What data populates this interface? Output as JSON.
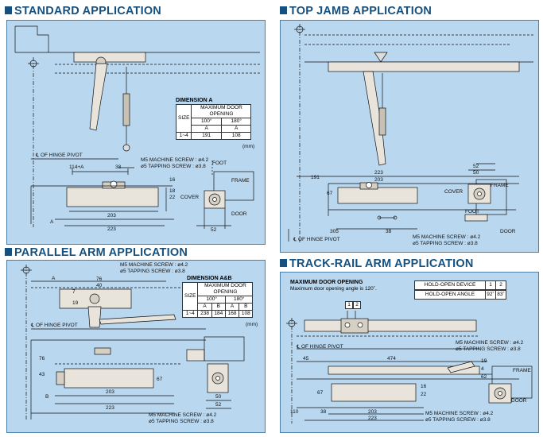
{
  "sections": {
    "standard": {
      "title": "STANDARD APPLICATION",
      "table": {
        "heading": "DIMENSION A",
        "size_label": "SIZE",
        "col_header": "MAXIMUM DOOR OPENING",
        "angles": [
          "100°",
          "180°"
        ],
        "sub": [
          "A",
          "A"
        ],
        "size": "1~4",
        "values": [
          "191",
          "108"
        ],
        "unit": "(mm)"
      },
      "labels": {
        "hinge": "℄ OF HINGE PIVOT",
        "dim_114a": "114+A",
        "dim_38": "38",
        "screws_m5": "M5 MACHINE SCREW : ø4.2",
        "screws_tap": "ø5 TAPPING SCREW : ø3.8",
        "dim_16": "16",
        "dim_18": "18",
        "dim_22": "22",
        "cover": "COVER",
        "foot": "FOOT",
        "frame": "FRAME",
        "door": "DOOR",
        "dim_a": "A",
        "dim_203": "203",
        "dim_223": "223",
        "dim_52": "52"
      }
    },
    "top_jamb": {
      "title": "TOP JAMB APPLICATION",
      "labels": {
        "dim_191": "191",
        "dim_223": "223",
        "dim_203": "203",
        "dim_52": "52",
        "dim_50": "50",
        "dim_67": "67",
        "cover": "COVER",
        "frame": "FRAME",
        "foot": "FOOT",
        "door": "DOOR",
        "dim_305": "305",
        "dim_38": "38",
        "hinge": "℄ OF HINGE PIVOT",
        "screws_m5": "M5 MACHINE SCREW : ø4.2",
        "screws_tap": "ø5 TAPPING SCREW : ø3.8"
      }
    },
    "parallel": {
      "title": "PARALLEL ARM APPLICATION",
      "screws_m5": "M5 MACHINE SCREW : ø4.2",
      "screws_tap": "ø5 TAPPING SCREW : ø3.8",
      "table": {
        "heading": "DIMENSION A&B",
        "size_label": "SIZE",
        "col_header": "MAXIMUM DOOR OPENING",
        "angles": [
          "100°",
          "180°"
        ],
        "sub": [
          "A",
          "B",
          "A",
          "B"
        ],
        "size": "1~4",
        "values": [
          "238",
          "184",
          "168",
          "108"
        ],
        "unit": "(mm)"
      },
      "labels": {
        "dim_a": "A",
        "dim_76": "76",
        "dim_40": "40",
        "dim_7": "7",
        "dim_19": "19",
        "hinge": "℄ OF HINGE PIVOT",
        "dim_76v": "76",
        "dim_43": "43",
        "dim_67": "67",
        "dim_b": "B",
        "dim_203": "203",
        "dim_223": "223",
        "dim_50": "50",
        "dim_52": "52",
        "screws_m5": "M5 MACHINE SCREW : ø4.2",
        "screws_tap": "ø5 TAPPING SCREW : ø3.8"
      }
    },
    "track_rail": {
      "title": "TRACK-RAIL ARM APPLICATION",
      "max_heading": "MAXIMUM DOOR OPENING",
      "max_text": "Maximum door opening angle is 120˚.",
      "hold_open": {
        "device_label": "HOLD-OPEN DEVICE",
        "device_1": "1",
        "device_2": "2",
        "angle_label": "HOLD-OPEN ANGLE",
        "angle_1": "92˚",
        "angle_2": "83˚"
      },
      "labels": {
        "mark_1": "1",
        "mark_2": "2",
        "hinge": "℄ OF HINGE PIVOT",
        "screws_m5_top": "M5 MACHINE SCREW : ø4.2",
        "screws_tap_top": "ø5 TAPPING SCREW : ø3.8",
        "dim_45": "45",
        "dim_474": "474",
        "dim_19": "19",
        "dim_4": "4",
        "dim_62": "62",
        "frame": "FRAME",
        "dim_67": "67",
        "dim_16": "16",
        "dim_22": "22",
        "dim_110": "110",
        "dim_38": "38",
        "dim_203": "203",
        "dim_223": "223",
        "door": "DOOR",
        "screws_m5": "M5 MACHINE SCREW : ø4.2",
        "screws_tap": "ø5 TAPPING SCREW : ø3.8"
      }
    }
  }
}
